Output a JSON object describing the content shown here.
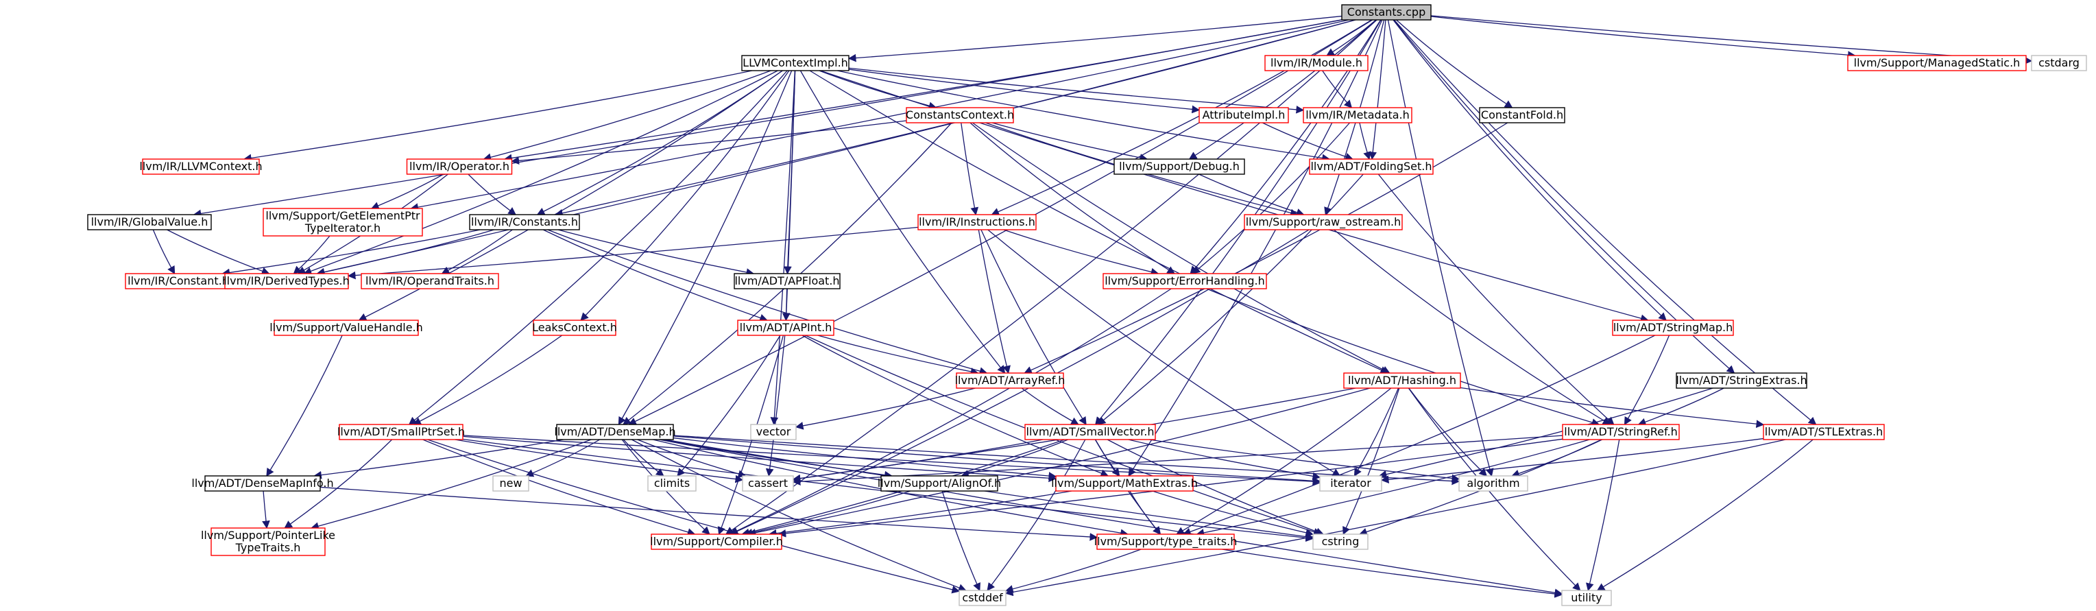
{
  "colors": {
    "root_fill": "#bfbfbf",
    "documented_border": "#000000",
    "undocumented_border": "#ff0000",
    "external_border": "#bfbfbf",
    "edge": "#191970"
  },
  "nodes": [
    {
      "id": "constants_cpp",
      "lines": [
        "Constants.cpp"
      ],
      "kind": "root"
    },
    {
      "id": "llvmcontextimpl",
      "lines": [
        "LLVMContextImpl.h"
      ],
      "kind": "doc"
    },
    {
      "id": "module",
      "lines": [
        "llvm/IR/Module.h"
      ],
      "kind": "undoc"
    },
    {
      "id": "managedstatic",
      "lines": [
        "llvm/Support/ManagedStatic.h"
      ],
      "kind": "undoc"
    },
    {
      "id": "cstdarg",
      "lines": [
        "cstdarg"
      ],
      "kind": "ext"
    },
    {
      "id": "llvmcontext",
      "lines": [
        "llvm/IR/LLVMContext.h"
      ],
      "kind": "undoc"
    },
    {
      "id": "operator",
      "lines": [
        "llvm/IR/Operator.h"
      ],
      "kind": "undoc"
    },
    {
      "id": "constantscontext",
      "lines": [
        "ConstantsContext.h"
      ],
      "kind": "undoc"
    },
    {
      "id": "attributeimpl",
      "lines": [
        "AttributeImpl.h"
      ],
      "kind": "undoc"
    },
    {
      "id": "metadata",
      "lines": [
        "llvm/IR/Metadata.h"
      ],
      "kind": "undoc"
    },
    {
      "id": "constantfold",
      "lines": [
        "ConstantFold.h"
      ],
      "kind": "doc"
    },
    {
      "id": "debug",
      "lines": [
        "llvm/Support/Debug.h"
      ],
      "kind": "doc"
    },
    {
      "id": "foldingset",
      "lines": [
        "llvm/ADT/FoldingSet.h"
      ],
      "kind": "undoc"
    },
    {
      "id": "gep",
      "lines": [
        "llvm/Support/GetElementPtr",
        "TypeIterator.h"
      ],
      "kind": "undoc"
    },
    {
      "id": "globalvalue",
      "lines": [
        "llvm/IR/GlobalValue.h"
      ],
      "kind": "doc"
    },
    {
      "id": "ir_constants",
      "lines": [
        "llvm/IR/Constants.h"
      ],
      "kind": "doc"
    },
    {
      "id": "instructions",
      "lines": [
        "llvm/IR/Instructions.h"
      ],
      "kind": "undoc"
    },
    {
      "id": "raw_ostream",
      "lines": [
        "llvm/Support/raw_ostream.h"
      ],
      "kind": "undoc"
    },
    {
      "id": "ir_constant",
      "lines": [
        "llvm/IR/Constant.h"
      ],
      "kind": "undoc"
    },
    {
      "id": "derivedtypes",
      "lines": [
        "llvm/IR/DerivedTypes.h"
      ],
      "kind": "undoc"
    },
    {
      "id": "operandtraits",
      "lines": [
        "llvm/IR/OperandTraits.h"
      ],
      "kind": "undoc"
    },
    {
      "id": "apfloat",
      "lines": [
        "llvm/ADT/APFloat.h"
      ],
      "kind": "doc"
    },
    {
      "id": "errorhandling",
      "lines": [
        "llvm/Support/ErrorHandling.h"
      ],
      "kind": "undoc"
    },
    {
      "id": "stringmap",
      "lines": [
        "llvm/ADT/StringMap.h"
      ],
      "kind": "undoc"
    },
    {
      "id": "stringextras",
      "lines": [
        "llvm/ADT/StringExtras.h"
      ],
      "kind": "doc"
    },
    {
      "id": "valuehandle",
      "lines": [
        "llvm/Support/ValueHandle.h"
      ],
      "kind": "undoc"
    },
    {
      "id": "leakscontext",
      "lines": [
        "LeaksContext.h"
      ],
      "kind": "undoc"
    },
    {
      "id": "apint",
      "lines": [
        "llvm/ADT/APInt.h"
      ],
      "kind": "undoc"
    },
    {
      "id": "arrayref",
      "lines": [
        "llvm/ADT/ArrayRef.h"
      ],
      "kind": "undoc"
    },
    {
      "id": "hashing",
      "lines": [
        "llvm/ADT/Hashing.h"
      ],
      "kind": "undoc"
    },
    {
      "id": "stlextras",
      "lines": [
        "llvm/ADT/STLExtras.h"
      ],
      "kind": "undoc"
    },
    {
      "id": "stringref",
      "lines": [
        "llvm/ADT/StringRef.h"
      ],
      "kind": "undoc"
    },
    {
      "id": "vector",
      "lines": [
        "vector"
      ],
      "kind": "ext"
    },
    {
      "id": "smallptrset",
      "lines": [
        "llvm/ADT/SmallPtrSet.h"
      ],
      "kind": "undoc"
    },
    {
      "id": "densemap",
      "lines": [
        "llvm/ADT/DenseMap.h"
      ],
      "kind": "doc"
    },
    {
      "id": "smallvector",
      "lines": [
        "llvm/ADT/SmallVector.h"
      ],
      "kind": "undoc"
    },
    {
      "id": "densemapinfo",
      "lines": [
        "llvm/ADT/DenseMapInfo.h"
      ],
      "kind": "doc"
    },
    {
      "id": "new",
      "lines": [
        "new"
      ],
      "kind": "ext"
    },
    {
      "id": "climits",
      "lines": [
        "climits"
      ],
      "kind": "ext"
    },
    {
      "id": "cassert",
      "lines": [
        "cassert"
      ],
      "kind": "ext"
    },
    {
      "id": "alignof",
      "lines": [
        "llvm/Support/AlignOf.h"
      ],
      "kind": "doc"
    },
    {
      "id": "mathextras",
      "lines": [
        "llvm/Support/MathExtras.h"
      ],
      "kind": "undoc"
    },
    {
      "id": "iterator",
      "lines": [
        "iterator"
      ],
      "kind": "ext"
    },
    {
      "id": "algorithm",
      "lines": [
        "algorithm"
      ],
      "kind": "ext"
    },
    {
      "id": "pointerlike",
      "lines": [
        "llvm/Support/PointerLike",
        "TypeTraits.h"
      ],
      "kind": "undoc"
    },
    {
      "id": "compiler",
      "lines": [
        "llvm/Support/Compiler.h"
      ],
      "kind": "undoc"
    },
    {
      "id": "typetraits",
      "lines": [
        "llvm/Support/type_traits.h"
      ],
      "kind": "undoc"
    },
    {
      "id": "cstring",
      "lines": [
        "cstring"
      ],
      "kind": "ext"
    },
    {
      "id": "cstddef",
      "lines": [
        "cstddef"
      ],
      "kind": "ext"
    },
    {
      "id": "utility",
      "lines": [
        "utility"
      ],
      "kind": "ext"
    }
  ],
  "edges": [
    [
      "constants_cpp",
      "llvmcontextimpl"
    ],
    [
      "constants_cpp",
      "module"
    ],
    [
      "constants_cpp",
      "managedstatic"
    ],
    [
      "constants_cpp",
      "cstdarg"
    ],
    [
      "constants_cpp",
      "constantfold"
    ],
    [
      "constants_cpp",
      "debug"
    ],
    [
      "constants_cpp",
      "foldingset"
    ],
    [
      "constants_cpp",
      "gep"
    ],
    [
      "constants_cpp",
      "globalvalue"
    ],
    [
      "constants_cpp",
      "ir_constants"
    ],
    [
      "constants_cpp",
      "operator"
    ],
    [
      "constants_cpp",
      "instructions"
    ],
    [
      "constants_cpp",
      "raw_ostream"
    ],
    [
      "constants_cpp",
      "derivedtypes"
    ],
    [
      "constants_cpp",
      "errorhandling"
    ],
    [
      "constants_cpp",
      "stringmap"
    ],
    [
      "constants_cpp",
      "stringextras"
    ],
    [
      "constants_cpp",
      "stlextras"
    ],
    [
      "constants_cpp",
      "smallvector"
    ],
    [
      "constants_cpp",
      "mathextras"
    ],
    [
      "constants_cpp",
      "densemap"
    ],
    [
      "constants_cpp",
      "compiler"
    ],
    [
      "constants_cpp",
      "algorithm"
    ],
    [
      "llvmcontextimpl",
      "llvmcontext"
    ],
    [
      "llvmcontextimpl",
      "operator"
    ],
    [
      "llvmcontextimpl",
      "constantscontext"
    ],
    [
      "llvmcontextimpl",
      "attributeimpl"
    ],
    [
      "llvmcontextimpl",
      "metadata"
    ],
    [
      "llvmcontextimpl",
      "foldingset"
    ],
    [
      "llvmcontextimpl",
      "ir_constants"
    ],
    [
      "llvmcontextimpl",
      "derivedtypes"
    ],
    [
      "llvmcontextimpl",
      "apfloat"
    ],
    [
      "llvmcontextimpl",
      "apint"
    ],
    [
      "llvmcontextimpl",
      "arrayref"
    ],
    [
      "llvmcontextimpl",
      "hashing"
    ],
    [
      "llvmcontextimpl",
      "stringmap"
    ],
    [
      "llvmcontextimpl",
      "valuehandle"
    ],
    [
      "llvmcontextimpl",
      "leakscontext"
    ],
    [
      "llvmcontextimpl",
      "smallptrset"
    ],
    [
      "llvmcontextimpl",
      "densemap"
    ],
    [
      "llvmcontextimpl",
      "vector"
    ],
    [
      "module",
      "metadata"
    ],
    [
      "metadata",
      "foldingset"
    ],
    [
      "metadata",
      "errorhandling"
    ],
    [
      "attributeimpl",
      "foldingset"
    ],
    [
      "constantscontext",
      "operator"
    ],
    [
      "constantscontext",
      "instructions"
    ],
    [
      "constantscontext",
      "debug"
    ],
    [
      "constantscontext",
      "raw_ostream"
    ],
    [
      "constantscontext",
      "errorhandling"
    ],
    [
      "constantscontext",
      "hashing"
    ],
    [
      "constantscontext",
      "densemap"
    ],
    [
      "operator",
      "ir_constants"
    ],
    [
      "operator",
      "derivedtypes"
    ],
    [
      "operator",
      "gep"
    ],
    [
      "gep",
      "derivedtypes"
    ],
    [
      "globalvalue",
      "ir_constant"
    ],
    [
      "globalvalue",
      "derivedtypes"
    ],
    [
      "ir_constants",
      "ir_constant"
    ],
    [
      "ir_constants",
      "derivedtypes"
    ],
    [
      "ir_constants",
      "operandtraits"
    ],
    [
      "ir_constants",
      "apfloat"
    ],
    [
      "ir_constants",
      "apint"
    ],
    [
      "ir_constants",
      "arrayref"
    ],
    [
      "instructions",
      "derivedtypes"
    ],
    [
      "instructions",
      "errorhandling"
    ],
    [
      "instructions",
      "arrayref"
    ],
    [
      "instructions",
      "smallvector"
    ],
    [
      "instructions",
      "iterator"
    ],
    [
      "debug",
      "raw_ostream"
    ],
    [
      "raw_ostream",
      "stringref"
    ],
    [
      "raw_ostream",
      "compiler"
    ],
    [
      "foldingset",
      "smallvector"
    ],
    [
      "foldingset",
      "stringref"
    ],
    [
      "constantfold",
      "arrayref"
    ],
    [
      "apfloat",
      "apint"
    ],
    [
      "apint",
      "arrayref"
    ],
    [
      "apint",
      "mathextras"
    ],
    [
      "apint",
      "climits"
    ],
    [
      "apint",
      "cassert"
    ],
    [
      "apint",
      "cstring"
    ],
    [
      "apint",
      "compiler"
    ],
    [
      "errorhandling",
      "stringref"
    ],
    [
      "errorhandling",
      "compiler"
    ],
    [
      "stringmap",
      "stringref"
    ],
    [
      "stringmap",
      "typetraits"
    ],
    [
      "stringextras",
      "stringref"
    ],
    [
      "stringextras",
      "iterator"
    ],
    [
      "stlextras",
      "iterator"
    ],
    [
      "stlextras",
      "utility"
    ],
    [
      "stlextras",
      "cstddef"
    ],
    [
      "valuehandle",
      "densemapinfo"
    ],
    [
      "leakscontext",
      "smallptrset"
    ],
    [
      "arrayref",
      "smallvector"
    ],
    [
      "arrayref",
      "vector"
    ],
    [
      "hashing",
      "stlextras"
    ],
    [
      "hashing",
      "cassert"
    ],
    [
      "hashing",
      "iterator"
    ],
    [
      "hashing",
      "algorithm"
    ],
    [
      "hashing",
      "cstring"
    ],
    [
      "hashing",
      "utility"
    ],
    [
      "hashing",
      "typetraits"
    ],
    [
      "hashing",
      "compiler"
    ],
    [
      "stringref",
      "cassert"
    ],
    [
      "stringref",
      "algorithm"
    ],
    [
      "stringref",
      "cstring"
    ],
    [
      "stringref",
      "utility"
    ],
    [
      "stringref",
      "typetraits"
    ],
    [
      "stringref",
      "compiler"
    ],
    [
      "smallptrset",
      "cassert"
    ],
    [
      "smallptrset",
      "cstring"
    ],
    [
      "smallptrset",
      "iterator"
    ],
    [
      "smallptrset",
      "cstddef"
    ],
    [
      "smallptrset",
      "compiler"
    ],
    [
      "smallptrset",
      "pointerlike"
    ],
    [
      "smallptrset",
      "mathextras"
    ],
    [
      "densemap",
      "densemapinfo"
    ],
    [
      "densemap",
      "mathextras"
    ],
    [
      "densemap",
      "alignof"
    ],
    [
      "densemap",
      "typetraits"
    ],
    [
      "densemap",
      "compiler"
    ],
    [
      "densemap",
      "pointerlike"
    ],
    [
      "densemap",
      "new"
    ],
    [
      "densemap",
      "climits"
    ],
    [
      "densemap",
      "cassert"
    ],
    [
      "densemap",
      "iterator"
    ],
    [
      "densemap",
      "algorithm"
    ],
    [
      "densemap",
      "cstring"
    ],
    [
      "densemap",
      "cstddef"
    ],
    [
      "densemap",
      "utility"
    ],
    [
      "smallvector",
      "alignof"
    ],
    [
      "smallvector",
      "compiler"
    ],
    [
      "smallvector",
      "typetraits"
    ],
    [
      "smallvector",
      "mathextras"
    ],
    [
      "smallvector",
      "cassert"
    ],
    [
      "smallvector",
      "algorithm"
    ],
    [
      "smallvector",
      "cstddef"
    ],
    [
      "smallvector",
      "cstring"
    ],
    [
      "smallvector",
      "iterator"
    ],
    [
      "densemapinfo",
      "pointerlike"
    ],
    [
      "densemapinfo",
      "typetraits"
    ],
    [
      "alignof",
      "compiler"
    ],
    [
      "alignof",
      "cstddef"
    ],
    [
      "mathextras",
      "compiler"
    ],
    [
      "mathextras",
      "typetraits"
    ],
    [
      "mathextras",
      "cstring"
    ],
    [
      "typetraits",
      "cstddef"
    ],
    [
      "typetraits",
      "utility"
    ]
  ]
}
